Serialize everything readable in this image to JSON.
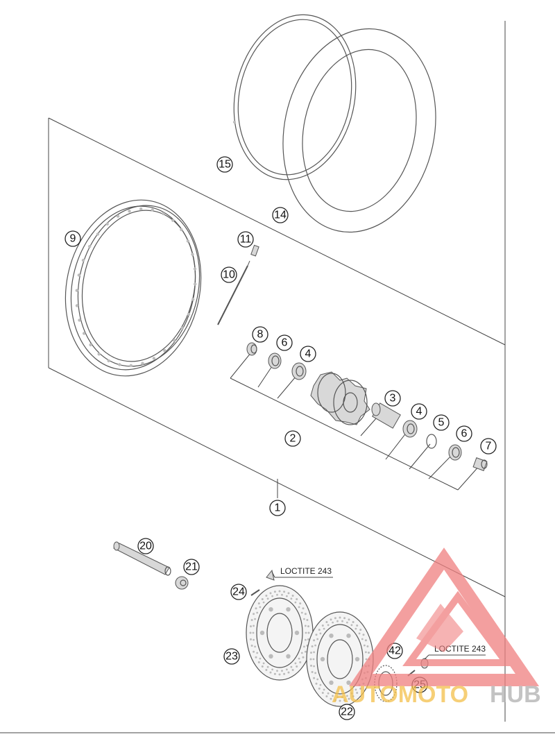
{
  "callouts": [
    {
      "id": "1",
      "label": "1"
    },
    {
      "id": "2",
      "label": "2"
    },
    {
      "id": "3",
      "label": "3"
    },
    {
      "id": "4a",
      "label": "4"
    },
    {
      "id": "4b",
      "label": "4"
    },
    {
      "id": "5",
      "label": "5"
    },
    {
      "id": "6a",
      "label": "6"
    },
    {
      "id": "6b",
      "label": "6"
    },
    {
      "id": "7",
      "label": "7"
    },
    {
      "id": "8",
      "label": "8"
    },
    {
      "id": "9",
      "label": "9"
    },
    {
      "id": "10",
      "label": "10"
    },
    {
      "id": "11",
      "label": "11"
    },
    {
      "id": "14",
      "label": "14"
    },
    {
      "id": "15",
      "label": "15"
    },
    {
      "id": "20",
      "label": "20"
    },
    {
      "id": "21",
      "label": "21"
    },
    {
      "id": "22",
      "label": "22"
    },
    {
      "id": "23",
      "label": "23"
    },
    {
      "id": "24",
      "label": "24"
    },
    {
      "id": "25",
      "label": "25"
    },
    {
      "id": "42",
      "label": "42"
    }
  ],
  "notes": {
    "loctite_left": "LOCTITE 243",
    "loctite_right": "LOCTITE 243"
  },
  "watermark": {
    "part1": "AUTOMOTO",
    "part2": "HUB",
    "color_primary": "#f08080",
    "color_accent": "#f4c04a",
    "color_secondary": "#b0b0b0"
  }
}
